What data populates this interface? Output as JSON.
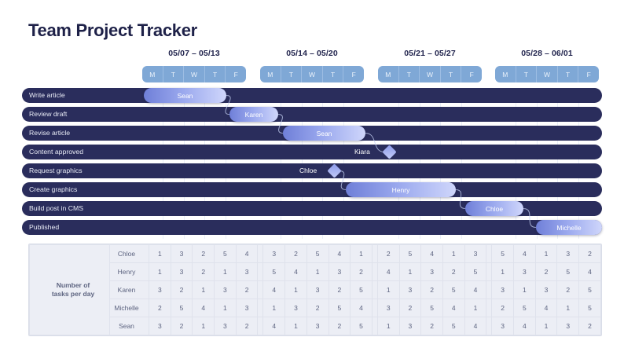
{
  "title": "Team Project Tracker",
  "weeks": [
    {
      "label": "05/07 – 05/13",
      "days": [
        "M",
        "T",
        "W",
        "T",
        "F"
      ]
    },
    {
      "label": "05/14 – 05/20",
      "days": [
        "M",
        "T",
        "W",
        "T",
        "F"
      ]
    },
    {
      "label": "05/21 – 05/27",
      "days": [
        "M",
        "T",
        "W",
        "T",
        "F"
      ]
    },
    {
      "label": "05/28 – 06/01",
      "days": [
        "M",
        "T",
        "W",
        "T",
        "F"
      ]
    }
  ],
  "tasks": [
    {
      "name": "Write article",
      "assignee": "Sean",
      "type": "bar",
      "start": 155,
      "width": 105
    },
    {
      "name": "Review draft",
      "assignee": "Karen",
      "type": "bar",
      "start": 264,
      "width": 62
    },
    {
      "name": "Revise article",
      "assignee": "Sean",
      "type": "bar",
      "start": 332,
      "width": 105
    },
    {
      "name": "Content approved",
      "assignee": "Kiara",
      "type": "milestone",
      "start": 461,
      "width": 13
    },
    {
      "name": "Request graphics",
      "assignee": "Chloe",
      "type": "milestone",
      "start": 391,
      "width": 13
    },
    {
      "name": "Create graphics",
      "assignee": "Henry",
      "type": "bar",
      "start": 412,
      "width": 140
    },
    {
      "name": "Build post in CMS",
      "assignee": "Chloe",
      "type": "bar",
      "start": 564,
      "width": 74
    },
    {
      "name": "Published",
      "assignee": "Michelle",
      "type": "bar",
      "start": 654,
      "width": 84
    }
  ],
  "summary": {
    "corner_label": "Number of\ntasks per day",
    "rows": [
      {
        "person": "Chloe",
        "values": [
          [
            1,
            3,
            2,
            5,
            4
          ],
          [
            3,
            2,
            5,
            4,
            1
          ],
          [
            2,
            5,
            4,
            1,
            3
          ],
          [
            5,
            4,
            1,
            3,
            2
          ]
        ]
      },
      {
        "person": "Henry",
        "values": [
          [
            1,
            3,
            2,
            1,
            3
          ],
          [
            5,
            4,
            1,
            3,
            2
          ],
          [
            4,
            1,
            3,
            2,
            5
          ],
          [
            1,
            3,
            2,
            5,
            4
          ]
        ]
      },
      {
        "person": "Karen",
        "values": [
          [
            3,
            2,
            1,
            3,
            2
          ],
          [
            4,
            1,
            3,
            2,
            5
          ],
          [
            1,
            3,
            2,
            5,
            4
          ],
          [
            3,
            1,
            3,
            2,
            5
          ]
        ]
      },
      {
        "person": "Michelle",
        "values": [
          [
            2,
            5,
            4,
            1,
            3
          ],
          [
            1,
            3,
            2,
            5,
            4
          ],
          [
            3,
            2,
            5,
            4,
            1
          ],
          [
            2,
            5,
            4,
            1,
            5
          ]
        ]
      },
      {
        "person": "Sean",
        "values": [
          [
            3,
            2,
            1,
            3,
            2
          ],
          [
            4,
            1,
            3,
            2,
            5
          ],
          [
            1,
            3,
            2,
            5,
            4
          ],
          [
            3,
            4,
            1,
            3,
            2
          ]
        ]
      }
    ]
  },
  "colors": {
    "title": "#1e2148",
    "row_bg": "#2a2d5c",
    "bar_start": "#6f7fd8",
    "bar_end": "#cfd6fb",
    "header_blue": "#7fa8d6",
    "table_bg": "#eceef5"
  }
}
